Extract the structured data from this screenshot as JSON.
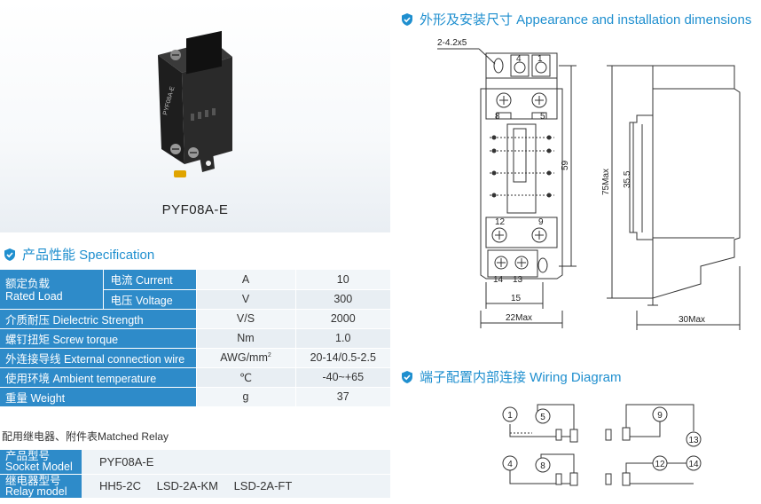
{
  "product": {
    "name": "PYF08A-E",
    "photo_marking": "PYF08A-E"
  },
  "sections": {
    "specification": "产品性能 Specification",
    "dimensions": "外形及安装尺寸 Appearance and installation dimensions",
    "wiring": "端子配置内部连接 Wiring Diagram"
  },
  "spec_table": {
    "rated_load_cn": "额定负载",
    "rated_load_en": "Rated Load",
    "rows": [
      {
        "label": "电流 Current",
        "unit": "A",
        "value": "10"
      },
      {
        "label": "电压 Voltage",
        "unit": "V",
        "value": "300"
      },
      {
        "label": "介质耐压 Dielectric Strength",
        "unit": "V/S",
        "value": "2000"
      },
      {
        "label": "螺钉扭矩 Screw torque",
        "unit": "Nm",
        "value": "1.0"
      },
      {
        "label": "外连接导线 External connection wire",
        "unit": "AWG/mm",
        "unit_sup": "2",
        "value": "20-14/0.5-2.5"
      },
      {
        "label": "使用环境 Ambient temperature",
        "unit": "℃",
        "value": "-40~+65"
      },
      {
        "label": "重量 Weight",
        "unit": "g",
        "value": "37"
      }
    ]
  },
  "matched_relay": {
    "title": "配用继电器、附件表Matched Relay",
    "socket_label_cn": "产品型号",
    "socket_label_en": "Socket Model",
    "socket_value": "PYF08A-E",
    "relay_label_cn": "继电器型号",
    "relay_label_en": "Relay model",
    "relays": [
      "HH5-2C",
      "LSD-2A-KM",
      "LSD-2A-FT"
    ]
  },
  "dimensions": {
    "hole": "2-4.2x5",
    "d59": "59",
    "d15": "15",
    "d22": "22Max",
    "d75": "75Max",
    "d35": "35.5",
    "d30": "30Max",
    "top_terminals": [
      "4",
      "1"
    ],
    "upper_terminals": [
      "8",
      "5"
    ],
    "lower_terminals": [
      "12",
      "9"
    ],
    "bottom_terminals": [
      "14",
      "13"
    ]
  },
  "wiring": {
    "terminals": [
      "1",
      "5",
      "9",
      "13",
      "4",
      "8",
      "12",
      "14"
    ]
  },
  "colors": {
    "accent": "#2e8bc9",
    "header_text": "#1f8fcf"
  }
}
